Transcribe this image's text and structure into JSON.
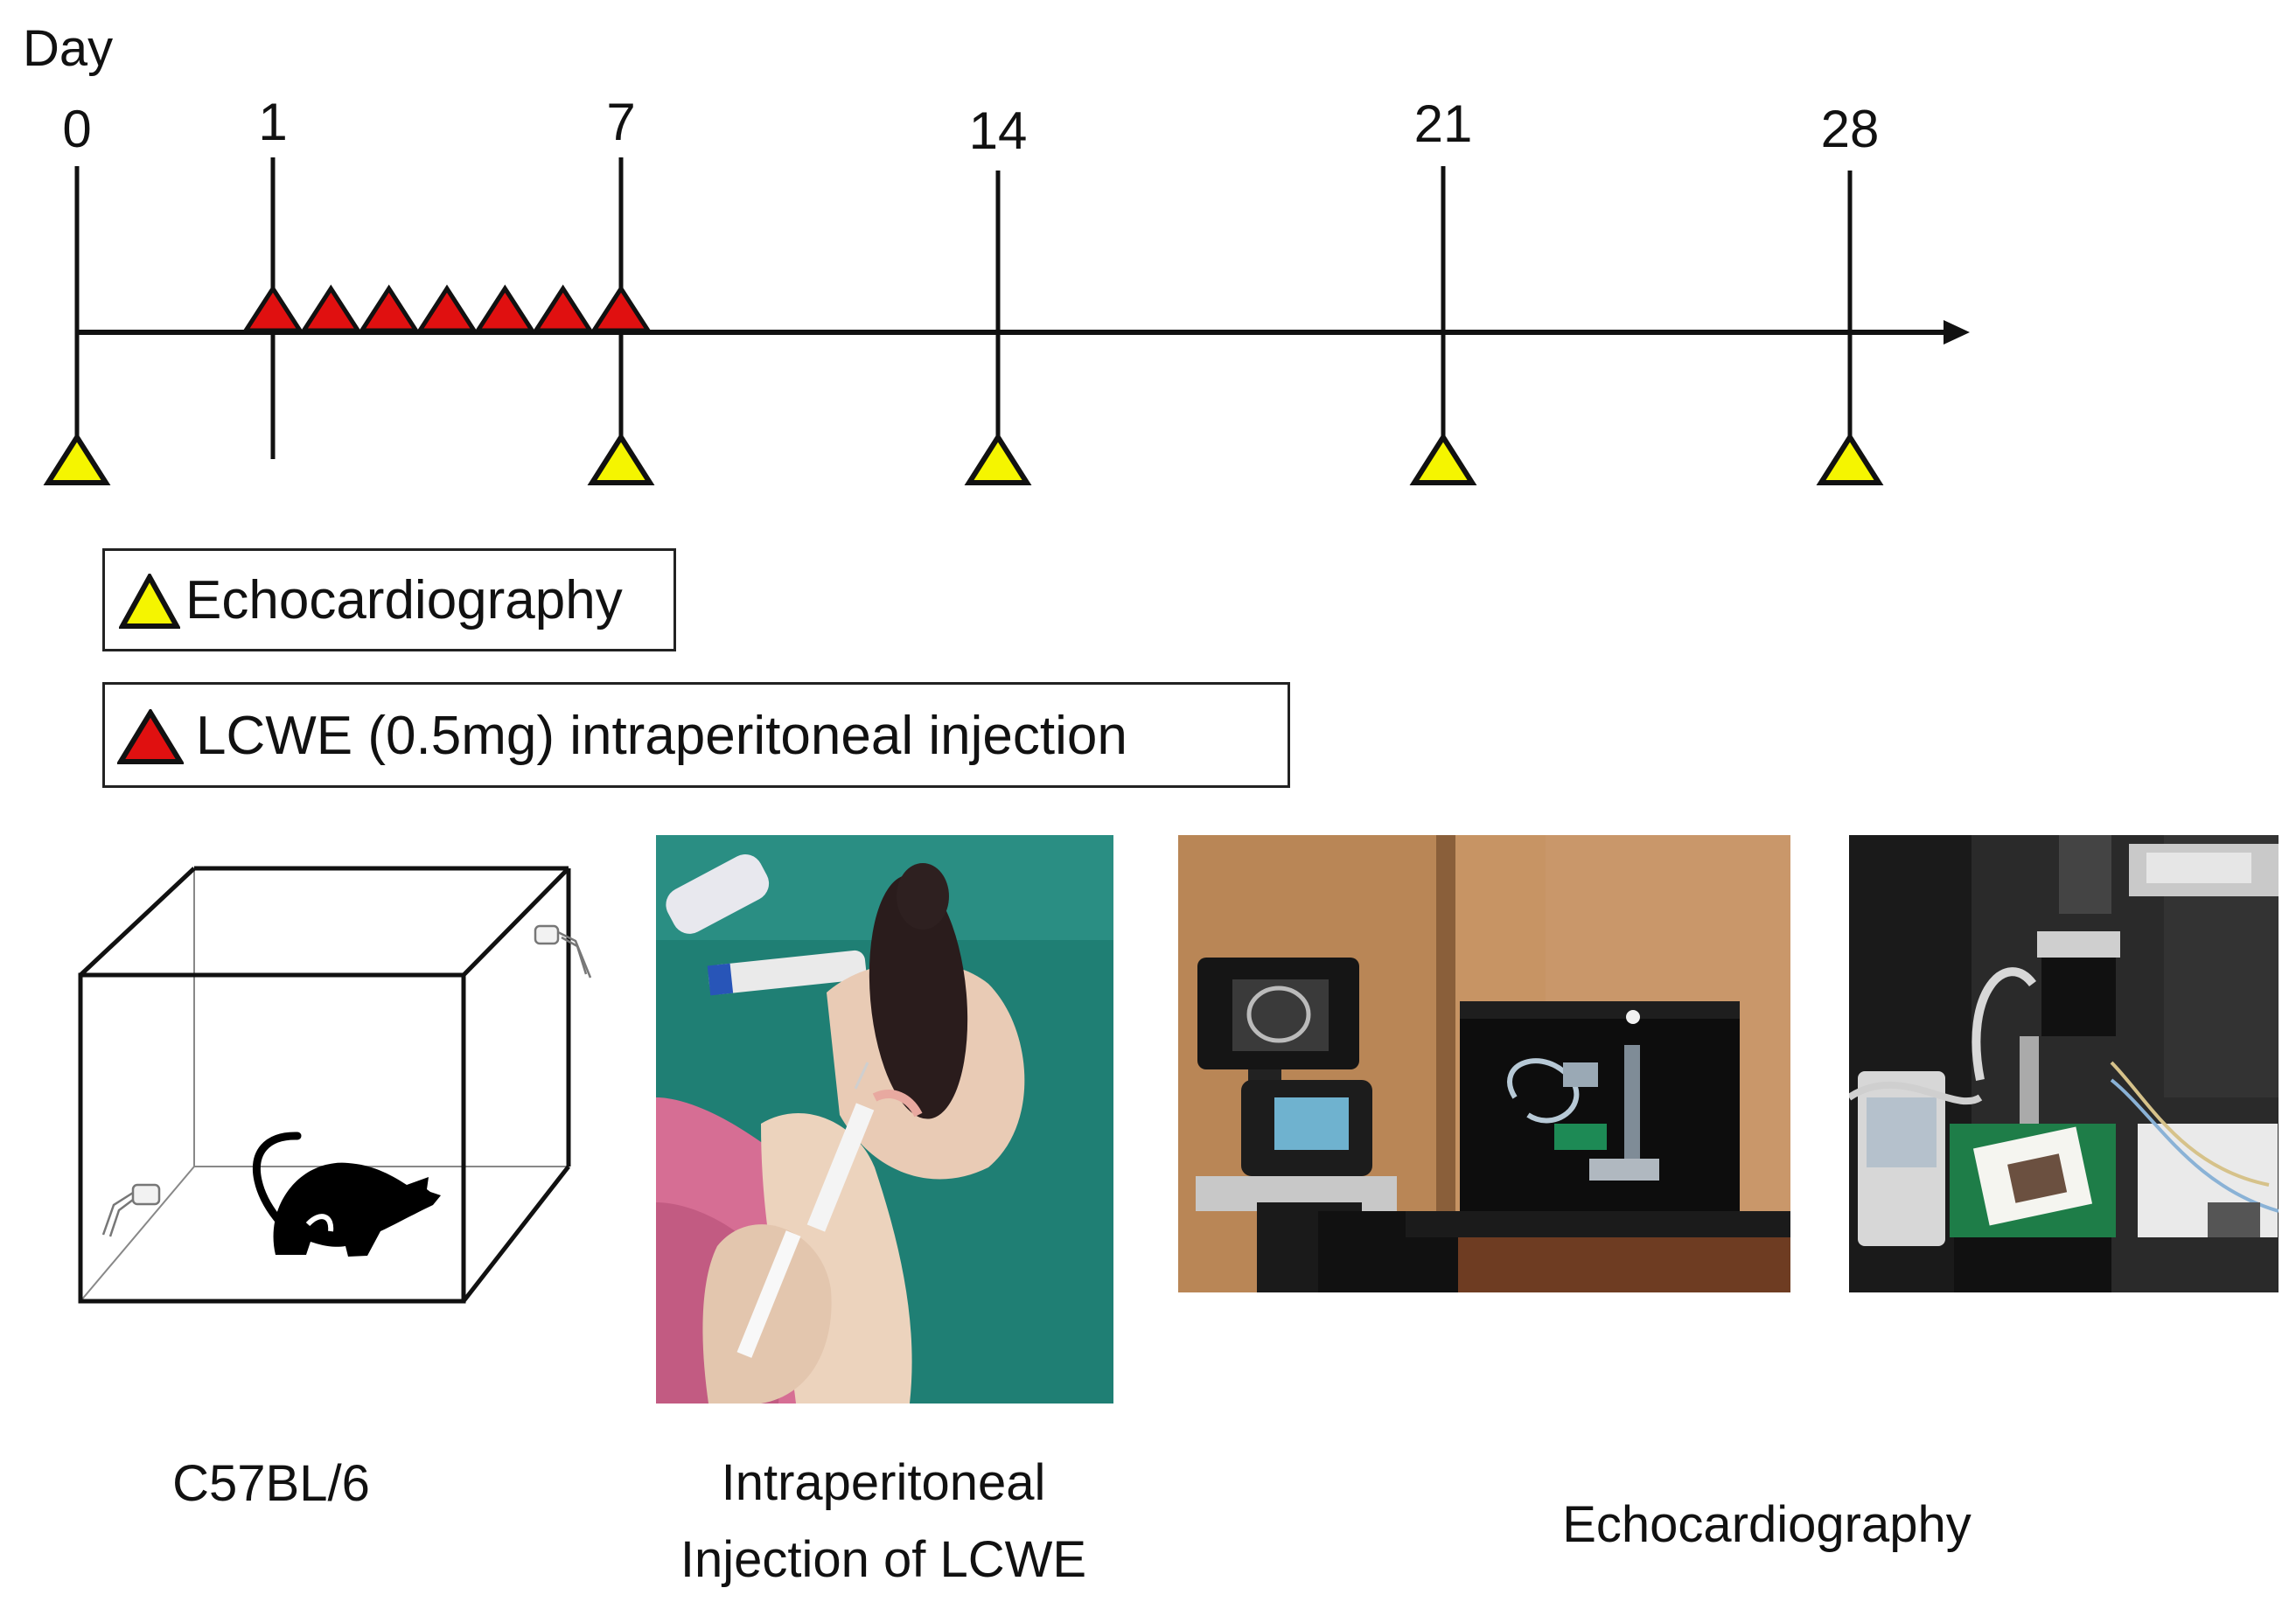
{
  "timeline": {
    "title": "Day",
    "ticks": [
      {
        "day": 0,
        "label": "0"
      },
      {
        "day": 1,
        "label": "1"
      },
      {
        "day": 7,
        "label": "7"
      },
      {
        "day": 14,
        "label": "14"
      },
      {
        "day": 21,
        "label": "21"
      },
      {
        "day": 28,
        "label": "28"
      }
    ],
    "injection_days": [
      1,
      2,
      3,
      4,
      5,
      6,
      7
    ],
    "echo_days": [
      0,
      7,
      14,
      21,
      28
    ]
  },
  "legend": {
    "echo_label": "Echocardiography",
    "injection_label": "LCWE (0.5mg) intraperitoneal injection"
  },
  "colors": {
    "echo_marker": "#f5f500",
    "injection_marker": "#e01010",
    "line": "#111111"
  },
  "captions": {
    "mouse": "C57BL/6",
    "injection_line1": "Intraperitoneal",
    "injection_line2": "Injection of LCWE",
    "echo": "Echocardiography"
  }
}
